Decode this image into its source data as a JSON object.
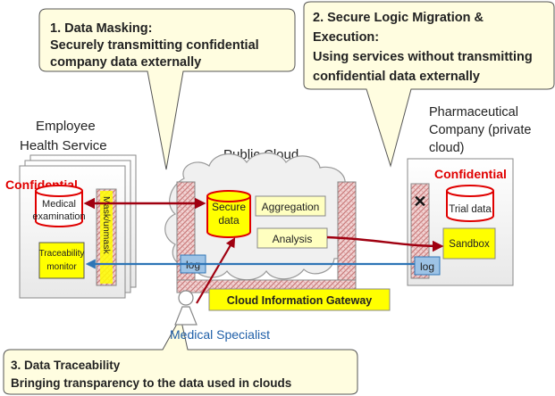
{
  "callouts": {
    "masking": {
      "line1": "1. Data Masking:",
      "line2": "Securely transmitting confidential",
      "line3": "company data externally"
    },
    "migration": {
      "line1": "2. Secure Logic Migration &",
      "line2": "Execution:",
      "line3": "Using services without transmitting",
      "line4": "confidential data externally"
    },
    "traceability": {
      "line1": "3. Data Traceability",
      "line2": "Bringing transparency to the data used in clouds"
    }
  },
  "employee": {
    "title_line1": "Employee",
    "title_line2": "Health Service",
    "confidential": "Confidential",
    "medical_line1": "Medical",
    "medical_line2": "examination",
    "mask_label": "Mask/unmask",
    "traceability_line1": "Traceability",
    "traceability_line2": "monitor"
  },
  "cloud": {
    "title": "Public Cloud",
    "secure_line1": "Secure",
    "secure_line2": "data",
    "aggregation": "Aggregation",
    "analysis": "Analysis",
    "log": "log",
    "gateway": "Cloud Information Gateway"
  },
  "pharma": {
    "title_line1": "Pharmaceutical",
    "title_line2": "Company (private",
    "title_line3": "cloud)",
    "confidential": "Confidential",
    "trial": "Trial data",
    "sandbox": "Sandbox",
    "log": "log"
  },
  "specialist": {
    "label": "Medical Specialist"
  },
  "colors": {
    "callout_fill": "#fffde0",
    "yellow_box": "#ffff00",
    "confidential_red": "#e00000",
    "arrow_red": "#a00010",
    "arrow_blue": "#2e75b6",
    "log_blue": "#9dc3e6",
    "specialist_blue": "#1f5fa8"
  }
}
